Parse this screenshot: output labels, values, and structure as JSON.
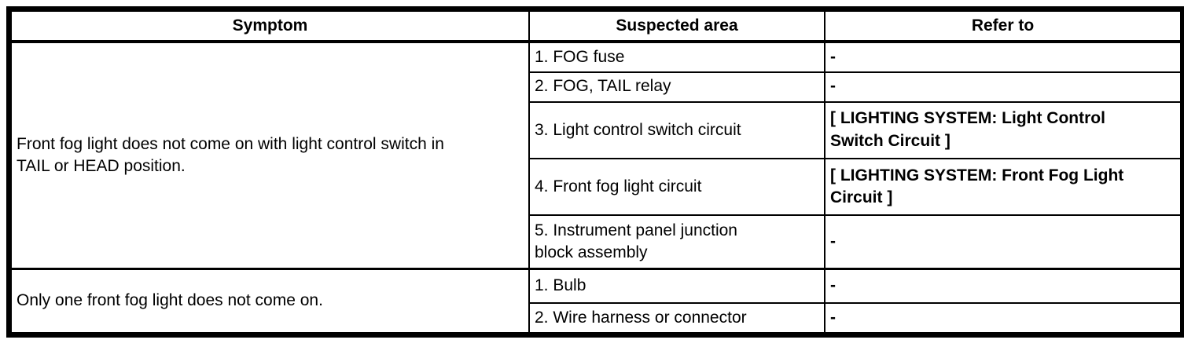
{
  "colors": {
    "border": "#000000",
    "background": "#ffffff",
    "text": "#000000"
  },
  "table": {
    "headers": [
      "Symptom",
      "Suspected area",
      "Refer to"
    ],
    "groups": [
      {
        "symptom": "Front fog light does not come on with light control switch in\nTAIL or HEAD position.",
        "rows": [
          {
            "area": "1. FOG fuse",
            "refer": "-"
          },
          {
            "area": "2. FOG, TAIL relay",
            "refer": "-"
          },
          {
            "area": "3. Light control switch circuit",
            "refer": "[ LIGHTING SYSTEM: Light Control\nSwitch Circuit ]"
          },
          {
            "area": "4. Front fog light circuit",
            "refer": "[ LIGHTING SYSTEM: Front Fog Light\nCircuit ]"
          },
          {
            "area": "5. Instrument panel junction\nblock assembly",
            "refer": "-"
          }
        ]
      },
      {
        "symptom": "Only one front fog light does not come on.",
        "rows": [
          {
            "area": "1. Bulb",
            "refer": "-"
          },
          {
            "area": "2. Wire harness or connector",
            "refer": "-"
          }
        ]
      }
    ]
  }
}
